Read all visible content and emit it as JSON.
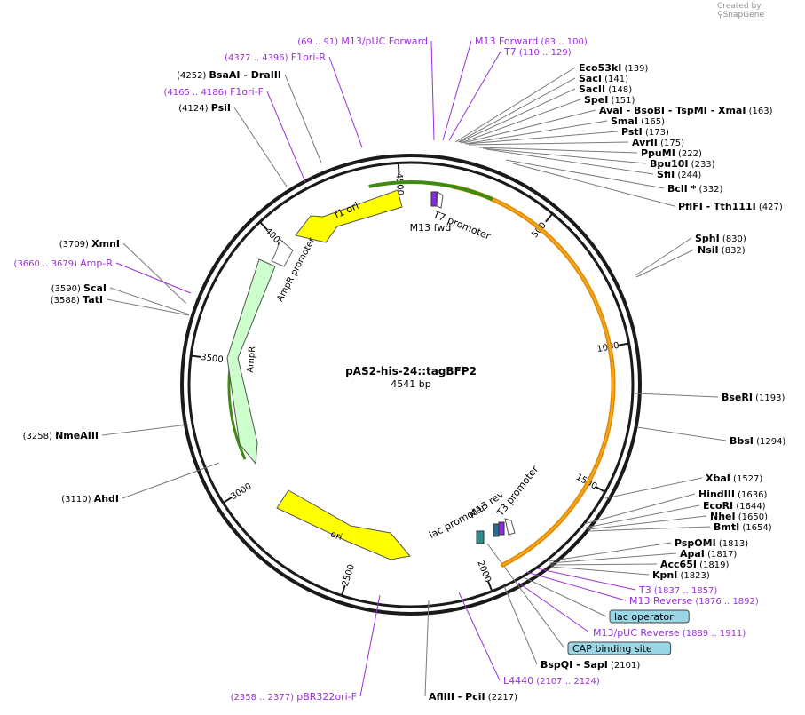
{
  "credit": {
    "prefix": "Created by",
    "brand": "SnapGene"
  },
  "plasmid": {
    "name": "pAS2-his-24::tagBFP2",
    "size_label": "4541 bp"
  },
  "colors": {
    "enzyme": "#000000",
    "primer": "#9b30d9",
    "line": "#7a7a7a",
    "ori": "#ffff00",
    "ampR": "#ccffcc",
    "tagBFP2": "#f5a623",
    "feature_box": "#9ad6e6"
  },
  "ticks": [
    "500",
    "1000",
    "1500",
    "2000",
    "2500",
    "3000",
    "3500",
    "4000",
    "4500"
  ],
  "map_features": {
    "f1_ori": "f1 ori",
    "ampr_promoter": "AmpR promoter",
    "ampr": "AmpR",
    "ori": "ori",
    "t7_promoter": "T7 promoter",
    "m13_fwd": "M13 fwd",
    "m13_rev": "M13 rev",
    "t3_promoter": "T3 promoter",
    "lac_promoter": "lac promoter"
  },
  "labels": [
    {
      "name": "M13/pUC Forward",
      "pos": "(69 .. 91)",
      "kind": "primer"
    },
    {
      "name": "M13 Forward",
      "pos": "(83 .. 100)",
      "kind": "primer"
    },
    {
      "name": "T7",
      "pos": "(110 .. 129)",
      "kind": "primer"
    },
    {
      "name": "F1ori-R",
      "pos": "(4377 .. 4396)",
      "kind": "primer"
    },
    {
      "name": "BsaAI",
      "pos": "(4252)",
      "kind": "enzyme"
    },
    {
      "name": "DraIII",
      "pos": "",
      "kind": "enzyme"
    },
    {
      "name": "F1ori-F",
      "pos": "(4165 .. 4186)",
      "kind": "primer"
    },
    {
      "name": "PsiI",
      "pos": "(4124)",
      "kind": "enzyme"
    },
    {
      "name": "Eco53kI",
      "pos": "(139)",
      "kind": "enzyme"
    },
    {
      "name": "SacI",
      "pos": "(141)",
      "kind": "enzyme"
    },
    {
      "name": "SacII",
      "pos": "(148)",
      "kind": "enzyme"
    },
    {
      "name": "SpeI",
      "pos": "(151)",
      "kind": "enzyme"
    },
    {
      "name": "AvaI",
      "pos": "",
      "kind": "enzyme"
    },
    {
      "name": "BsoBI",
      "pos": "",
      "kind": "enzyme"
    },
    {
      "name": "TspMI",
      "pos": "",
      "kind": "enzyme"
    },
    {
      "name": "XmaI",
      "pos": "(163)",
      "kind": "enzyme"
    },
    {
      "name": "SmaI",
      "pos": "(165)",
      "kind": "enzyme"
    },
    {
      "name": "PstI",
      "pos": "(173)",
      "kind": "enzyme"
    },
    {
      "name": "AvrII",
      "pos": "(175)",
      "kind": "enzyme"
    },
    {
      "name": "PpuMI",
      "pos": "(222)",
      "kind": "enzyme"
    },
    {
      "name": "Bpu10I",
      "pos": "(233)",
      "kind": "enzyme"
    },
    {
      "name": "SfiI",
      "pos": "(244)",
      "kind": "enzyme"
    },
    {
      "name": "BclI *",
      "pos": "(332)",
      "kind": "enzyme"
    },
    {
      "name": "PflFI",
      "pos": "",
      "kind": "enzyme"
    },
    {
      "name": "Tth111I",
      "pos": "(427)",
      "kind": "enzyme"
    },
    {
      "name": "SphI",
      "pos": "(830)",
      "kind": "enzyme"
    },
    {
      "name": "NsiI",
      "pos": "(832)",
      "kind": "enzyme"
    },
    {
      "name": "XmnI",
      "pos": "(3709)",
      "kind": "enzyme"
    },
    {
      "name": "Amp-R",
      "pos": "(3660 .. 3679)",
      "kind": "primer"
    },
    {
      "name": "ScaI",
      "pos": "(3590)",
      "kind": "enzyme"
    },
    {
      "name": "TatI",
      "pos": "(3588)",
      "kind": "enzyme"
    },
    {
      "name": "BseRI",
      "pos": "(1193)",
      "kind": "enzyme"
    },
    {
      "name": "BbsI",
      "pos": "(1294)",
      "kind": "enzyme"
    },
    {
      "name": "NmeAIII",
      "pos": "(3258)",
      "kind": "enzyme"
    },
    {
      "name": "AhdI",
      "pos": "(3110)",
      "kind": "enzyme"
    },
    {
      "name": "XbaI",
      "pos": "(1527)",
      "kind": "enzyme"
    },
    {
      "name": "HindIII",
      "pos": "(1636)",
      "kind": "enzyme"
    },
    {
      "name": "EcoRI",
      "pos": "(1644)",
      "kind": "enzyme"
    },
    {
      "name": "NheI",
      "pos": "(1650)",
      "kind": "enzyme"
    },
    {
      "name": "BmtI",
      "pos": "(1654)",
      "kind": "enzyme"
    },
    {
      "name": "PspOMI",
      "pos": "(1813)",
      "kind": "enzyme"
    },
    {
      "name": "ApaI",
      "pos": "(1817)",
      "kind": "enzyme"
    },
    {
      "name": "Acc65I",
      "pos": "(1819)",
      "kind": "enzyme"
    },
    {
      "name": "KpnI",
      "pos": "(1823)",
      "kind": "enzyme"
    },
    {
      "name": "T3",
      "pos": "(1837 .. 1857)",
      "kind": "primer"
    },
    {
      "name": "M13 Reverse",
      "pos": "(1876 .. 1892)",
      "kind": "primer"
    },
    {
      "name": "lac operator",
      "pos": "",
      "kind": "feature"
    },
    {
      "name": "M13/pUC Reverse",
      "pos": "(1889 .. 1911)",
      "kind": "primer"
    },
    {
      "name": "CAP binding site",
      "pos": "",
      "kind": "feature"
    },
    {
      "name": "BspQI",
      "pos": "",
      "kind": "enzyme"
    },
    {
      "name": "SapI",
      "pos": "(2101)",
      "kind": "enzyme"
    },
    {
      "name": "L4440",
      "pos": "(2107 .. 2124)",
      "kind": "primer"
    },
    {
      "name": "pBR322ori-F",
      "pos": "(2358 .. 2377)",
      "kind": "primer"
    },
    {
      "name": "AflIII",
      "pos": "",
      "kind": "enzyme"
    },
    {
      "name": "PciI",
      "pos": "(2217)",
      "kind": "enzyme"
    }
  ]
}
